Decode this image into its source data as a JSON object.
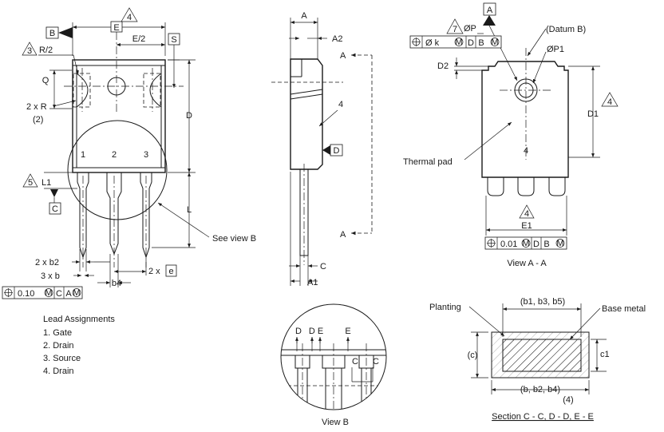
{
  "left_view": {
    "datum_b": "B",
    "note_4": "4",
    "dim_e": "E",
    "dim_e_half": "E/2",
    "datum_s": "S",
    "note_3": "3",
    "dim_r_half": "R/2",
    "dim_q": "Q",
    "dim_2xr": "2 x R",
    "dim_2xr_note": "(2)",
    "dim_d": "D",
    "pin_1": "1",
    "pin_2": "2",
    "pin_3": "3",
    "note_5": "5",
    "dim_l1": "L1",
    "datum_c": "C",
    "dim_l": "L",
    "see_view_b": "See view B",
    "dim_2xb2": "2 x b2",
    "dim_3xb": "3 x b",
    "dim_2xe_prefix": "2 x",
    "dim_2xe_box": "e",
    "dim_b4": "b4",
    "fcf_value": "0.10",
    "fcf_datums": [
      "C",
      "A"
    ]
  },
  "side_view": {
    "dim_a": "A",
    "dim_a2": "A2",
    "label_a_top": "A",
    "label_a_bottom": "A",
    "note_4": "4",
    "datum_d": "D",
    "dim_c": "C",
    "dim_a1": "A1"
  },
  "right_view": {
    "datum_a": "A",
    "note_7": "7",
    "dim_op": "ØP",
    "datum_b_label": "(Datum B)",
    "fcf_value": "Ø k",
    "fcf_datums": [
      "D",
      "B"
    ],
    "dim_op1": "ØP1",
    "dim_d2": "D2",
    "note_4_right": "4",
    "dim_d1": "D1",
    "thermal_pad": "Thermal pad",
    "pad_number": "4",
    "note_4_bottom": "4",
    "dim_e1": "E1",
    "fcf2_value": "0.01",
    "fcf2_datums": [
      "D",
      "B"
    ],
    "title": "View A - A"
  },
  "legend": {
    "heading": "Lead Assignments",
    "items": [
      "1. Gate",
      "2. Drain",
      "3. Source",
      "4. Drain"
    ]
  },
  "view_b": {
    "title": "View B",
    "label_d": "D",
    "label_de": "D E",
    "label_e": "E",
    "label_c1": "C",
    "label_c2": "C"
  },
  "section": {
    "planting": "Planting",
    "b_top": "(b1, b3, b5)",
    "base_metal": "Base metal",
    "c_left": "(c)",
    "c1_right": "c1",
    "b_bottom": "(b, b2, b4)",
    "note_4": "(4)",
    "title": "Section C - C, D - D, E - E"
  }
}
